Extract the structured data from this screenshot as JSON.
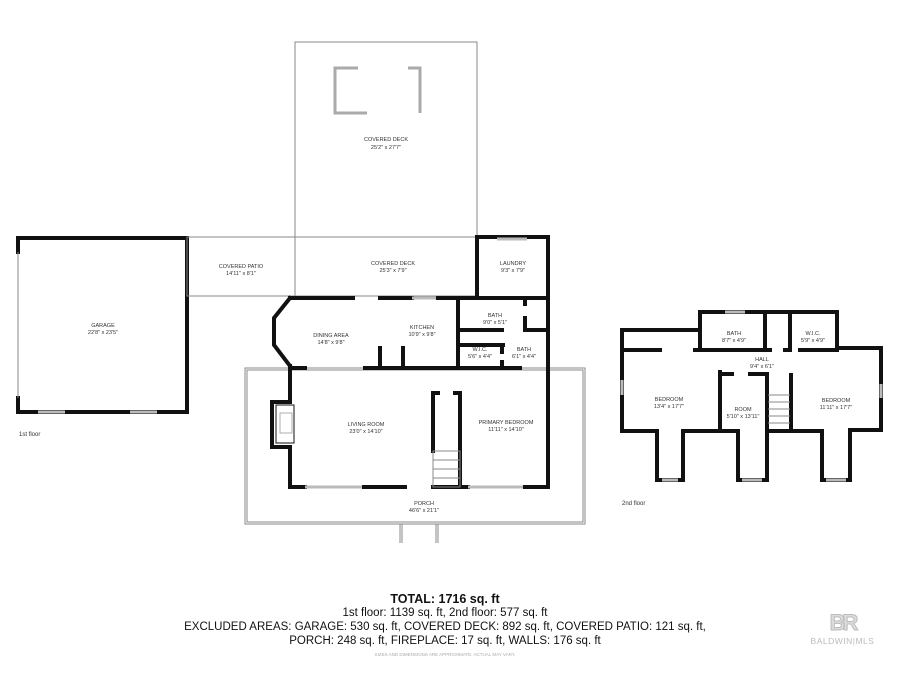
{
  "floor_labels": {
    "first": "1st floor",
    "second": "2nd floor"
  },
  "rooms_1st": {
    "covered_deck_top": {
      "name": "COVERED DECK",
      "dims": "25'2\" x 27'7\""
    },
    "covered_patio": {
      "name": "COVERED PATIO",
      "dims": "14'11\" x 8'1\""
    },
    "covered_deck": {
      "name": "COVERED DECK",
      "dims": "25'3\" x 7'9\""
    },
    "laundry": {
      "name": "LAUNDRY",
      "dims": "9'3\" x 7'9\""
    },
    "garage": {
      "name": "GARAGE",
      "dims": "22'8\" x 23'5\""
    },
    "dining": {
      "name": "DINING AREA",
      "dims": "14'8\" x 9'8\""
    },
    "kitchen": {
      "name": "KITCHEN",
      "dims": "10'9\" x 9'8\""
    },
    "bath1": {
      "name": "BATH",
      "dims": "9'0\" x 5'1\""
    },
    "wic": {
      "name": "W.I.C.",
      "dims": "5'6\" x 4'4\""
    },
    "bath2": {
      "name": "BATH",
      "dims": "6'1\" x 4'4\""
    },
    "living": {
      "name": "LIVING ROOM",
      "dims": "23'0\" x 14'10\""
    },
    "primary": {
      "name": "PRIMARY BEDROOM",
      "dims": "11'11\" x 14'10\""
    },
    "porch": {
      "name": "PORCH",
      "dims": "46'6\" x 21'1\""
    }
  },
  "rooms_2nd": {
    "bath": {
      "name": "BATH",
      "dims": "8'7\" x 4'9\""
    },
    "wic": {
      "name": "W.I.C.",
      "dims": "5'9\" x 4'9\""
    },
    "hall": {
      "name": "HALL",
      "dims": "9'4\" x 6'1\""
    },
    "bedroom_left": {
      "name": "BEDROOM",
      "dims": "13'4\" x 17'7\""
    },
    "room": {
      "name": "ROOM",
      "dims": "5'10\" x 13'11\""
    },
    "bedroom_right": {
      "name": "BEDROOM",
      "dims": "11'11\" x 17'7\""
    }
  },
  "summary": {
    "total": "TOTAL: 1716 sq. ft",
    "floors": "1st floor: 1139 sq. ft, 2nd floor: 577 sq. ft",
    "excluded_1": "EXCLUDED AREAS: GARAGE: 530 sq. ft, COVERED DECK: 892 sq. ft, COVERED PATIO: 121 sq. ft,",
    "excluded_2": "PORCH: 248 sq. ft, FIREPLACE: 17 sq. ft, WALLS: 176 sq. ft",
    "disclaimer": "SIZES AND DIMENSIONS ARE APPROXIMATE, ACTUAL MAY VARY."
  },
  "logo": {
    "mark": "BR",
    "text": "BALDWIN|MLS"
  }
}
